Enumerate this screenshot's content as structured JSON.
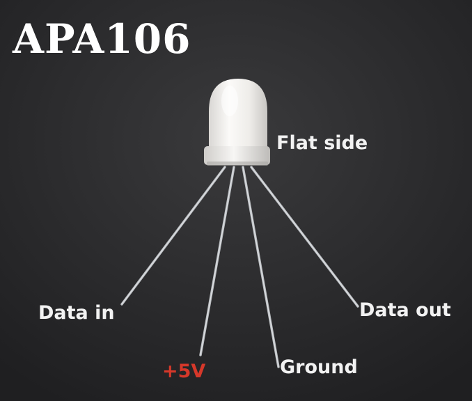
{
  "title": "APA106",
  "labels": {
    "flat_side": "Flat side",
    "data_in": "Data in",
    "vcc": "+5V",
    "ground": "Ground",
    "data_out": "Data out"
  },
  "colors": {
    "background": "#2a2a2c",
    "label_text": "#f2f2f2",
    "vcc_label": "#d6382a",
    "led_body": "#e8e6e3",
    "lead_wire": "#c9ccd0"
  }
}
